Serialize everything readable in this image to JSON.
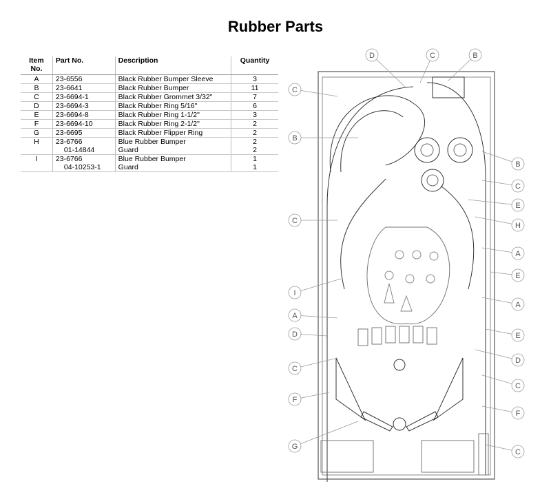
{
  "title": "Rubber Parts",
  "table": {
    "headers": {
      "item": "Item No.",
      "part": "Part No.",
      "desc": "Description",
      "qty": "Quantity"
    },
    "rows": [
      {
        "item": "A",
        "lines": [
          {
            "part": "23-6556",
            "desc": "Black Rubber Bumper Sleeve",
            "qty": "3"
          }
        ]
      },
      {
        "item": "B",
        "lines": [
          {
            "part": "23-6641",
            "desc": "Black Rubber Bumper",
            "qty": "11"
          }
        ]
      },
      {
        "item": "C",
        "lines": [
          {
            "part": "23-6694-1",
            "desc": "Black Rubber Grommet 3/32\"",
            "qty": "7"
          }
        ]
      },
      {
        "item": "D",
        "lines": [
          {
            "part": "23-6694-3",
            "desc": "Black Rubber Ring 5/16\"",
            "qty": "6"
          }
        ]
      },
      {
        "item": "E",
        "lines": [
          {
            "part": "23-6694-8",
            "desc": "Black Rubber Ring 1-1/2\"",
            "qty": "3"
          }
        ]
      },
      {
        "item": "F",
        "lines": [
          {
            "part": "23-6694-10",
            "desc": "Black Rubber Ring 2-1/2\"",
            "qty": "2"
          }
        ]
      },
      {
        "item": "G",
        "lines": [
          {
            "part": "23-6695",
            "desc": "Black Rubber Flipper Ring",
            "qty": "2"
          }
        ]
      },
      {
        "item": "H",
        "lines": [
          {
            "part": "23-6766",
            "desc": "Blue Rubber Bumper",
            "qty": "2"
          },
          {
            "part": "01-14844",
            "desc": "Guard",
            "qty": "2"
          }
        ]
      },
      {
        "item": "I",
        "lines": [
          {
            "part": "23-6766",
            "desc": "Blue Rubber Bumper",
            "qty": "1"
          },
          {
            "part": "04-10253-1",
            "desc": "Guard",
            "qty": "1"
          }
        ]
      }
    ]
  },
  "diagram": {
    "callouts": [
      {
        "label": "D"
      },
      {
        "label": "C"
      },
      {
        "label": "B"
      },
      {
        "label": "C"
      },
      {
        "label": "B"
      },
      {
        "label": "C"
      },
      {
        "label": "I"
      },
      {
        "label": "A"
      },
      {
        "label": "D"
      },
      {
        "label": "C"
      },
      {
        "label": "F"
      },
      {
        "label": "G"
      },
      {
        "label": "B"
      },
      {
        "label": "C"
      },
      {
        "label": "E"
      },
      {
        "label": "H"
      },
      {
        "label": "A"
      },
      {
        "label": "E"
      },
      {
        "label": "A"
      },
      {
        "label": "E"
      },
      {
        "label": "D"
      },
      {
        "label": "C"
      },
      {
        "label": "F"
      },
      {
        "label": "C"
      }
    ]
  }
}
